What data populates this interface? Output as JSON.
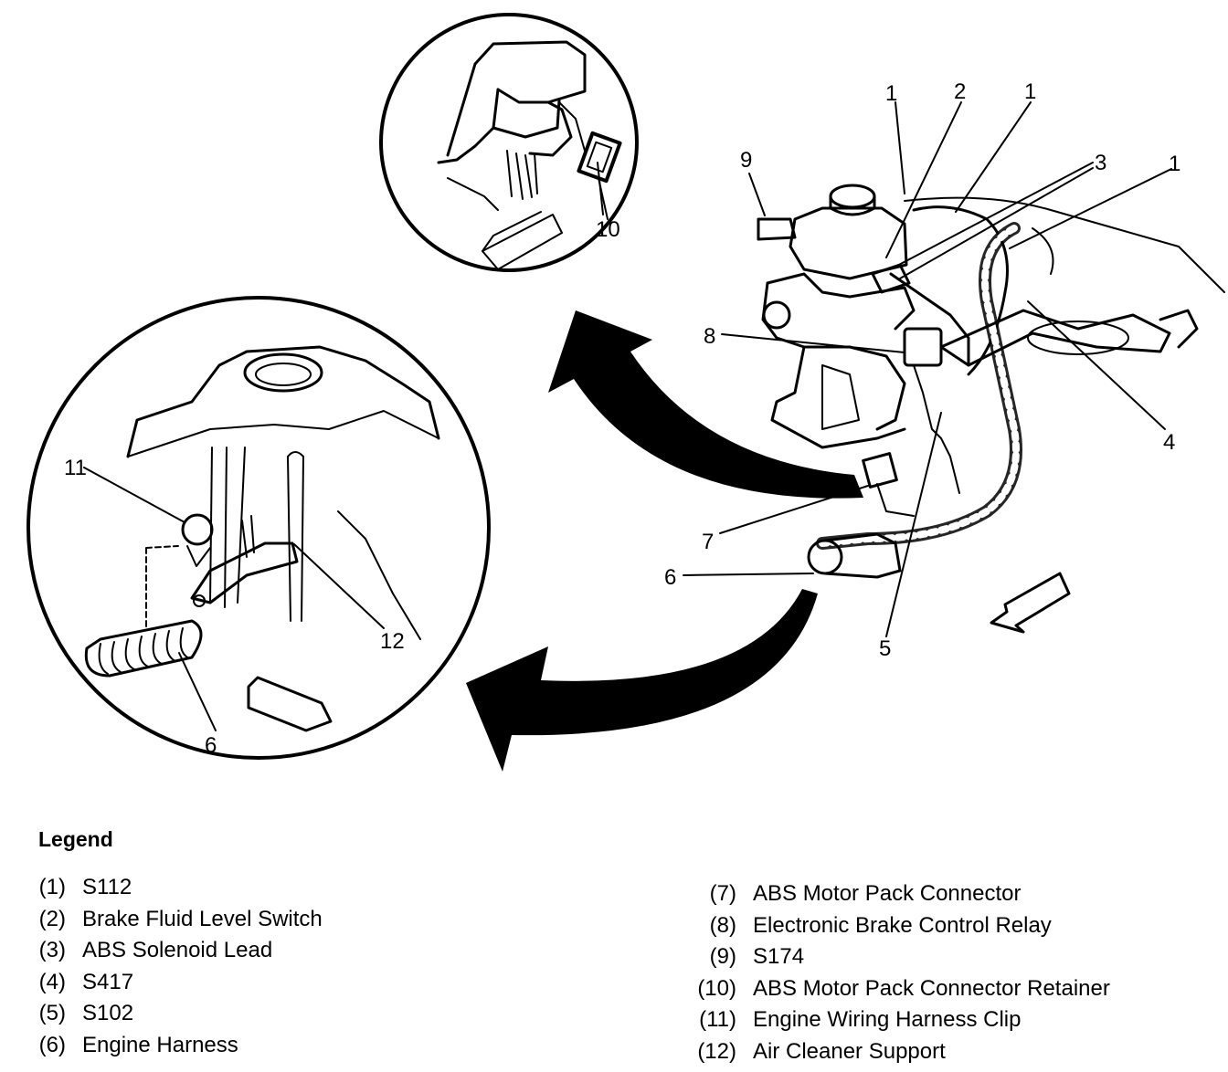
{
  "callouts": {
    "c1a": "1",
    "c2": "2",
    "c1b": "1",
    "c3": "3",
    "c1c": "1",
    "c9": "9",
    "c8": "8",
    "c4": "4",
    "c7": "7",
    "c6a": "6",
    "c5": "5",
    "c10": "10",
    "c11": "11",
    "c12": "12",
    "c6b": "6"
  },
  "legend": {
    "title": "Legend",
    "left": [
      {
        "num": "(1)",
        "text": "S112"
      },
      {
        "num": "(2)",
        "text": "Brake Fluid Level Switch"
      },
      {
        "num": "(3)",
        "text": "ABS Solenoid Lead"
      },
      {
        "num": "(4)",
        "text": "S417"
      },
      {
        "num": "(5)",
        "text": "S102"
      },
      {
        "num": "(6)",
        "text": "Engine Harness"
      }
    ],
    "right": [
      {
        "num": "(7)",
        "text": "ABS Motor Pack Connector"
      },
      {
        "num": "(8)",
        "text": "Electronic Brake Control Relay"
      },
      {
        "num": "(9)",
        "text": "S174"
      },
      {
        "num": "(10)",
        "text": "ABS Motor Pack Connector Retainer"
      },
      {
        "num": "(11)",
        "text": "Engine Wiring Harness Clip"
      },
      {
        "num": "(12)",
        "text": "Air Cleaner Support"
      }
    ]
  }
}
